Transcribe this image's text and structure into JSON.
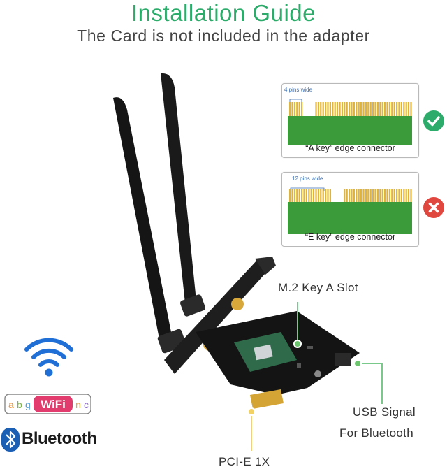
{
  "header": {
    "title": "Installation Guide",
    "subtitle": "The Card is not included in the adapter"
  },
  "connectors": [
    {
      "pins_label": "4 pins wide",
      "caption": "“A key” edge connector",
      "status": "check-icon",
      "status_color": "#2cab6a"
    },
    {
      "pins_label": "12 pins wide",
      "caption": "“E key” edge connector",
      "status": "cross-icon",
      "status_color": "#e0473f"
    }
  ],
  "callouts": {
    "m2_slot": "M.2 Key A Slot",
    "usb_line1": "USB  Signal",
    "usb_line2": "For Bluetooth",
    "pcie": "PCI-E 1X"
  },
  "logos": {
    "wifi_text": "WiFi",
    "bluetooth_text": "Bluetooth"
  },
  "colors": {
    "accent": "#2cab6a",
    "callout_line": "#79c98a",
    "pcb_green": "#3b9b3b",
    "gold_pin": "#e0b43a",
    "wifi_blue": "#1f6fd6"
  }
}
